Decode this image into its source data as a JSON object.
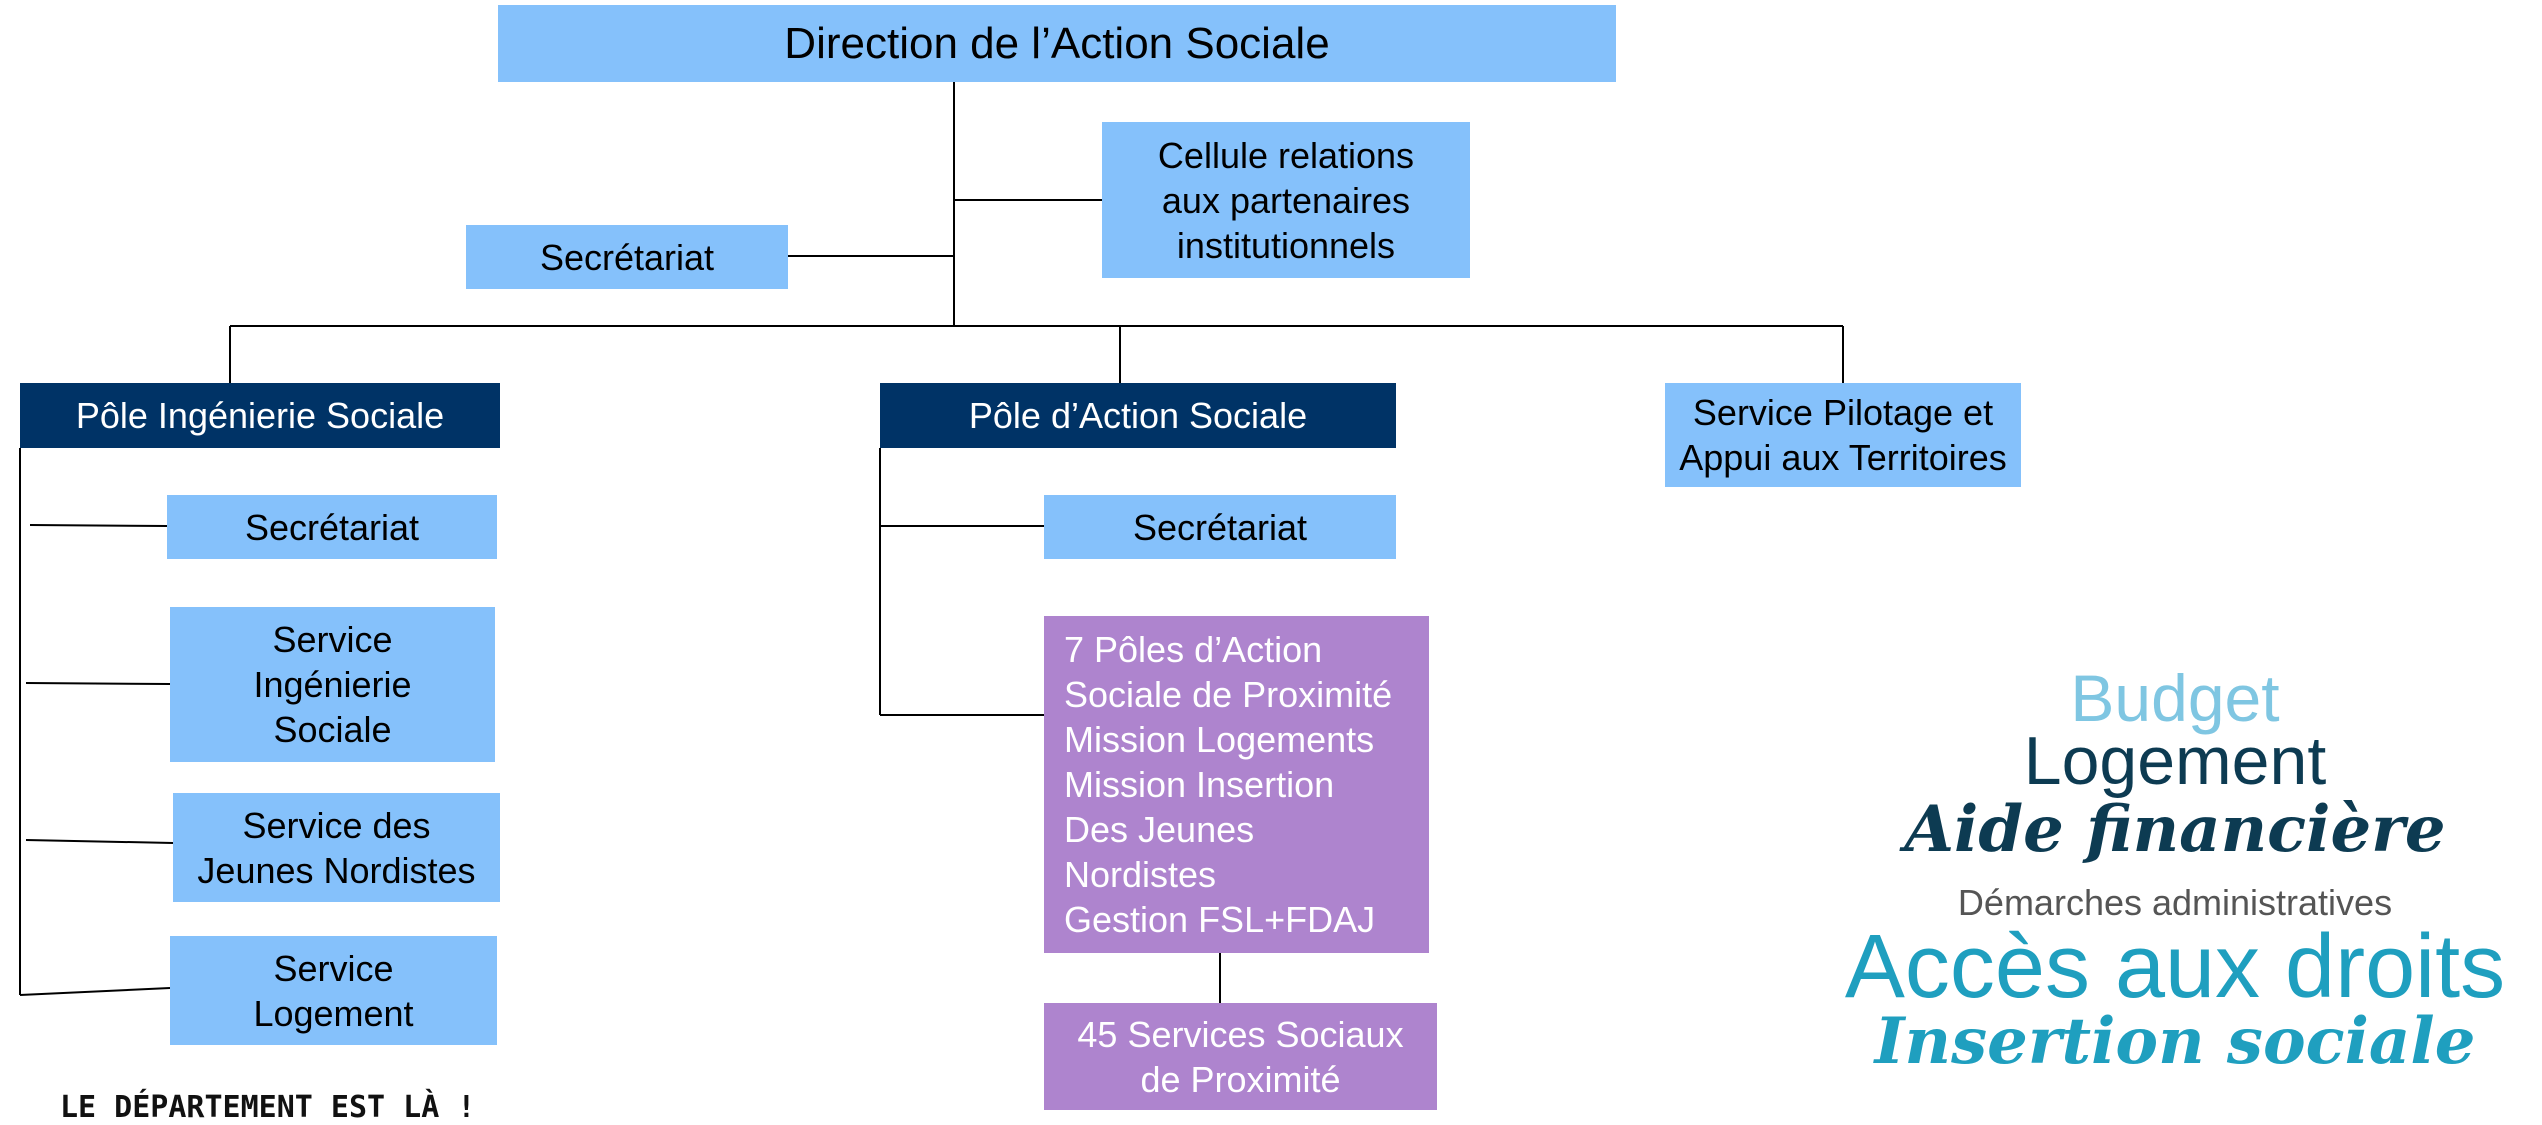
{
  "org_chart": {
    "root": "Direction de l’Action Sociale",
    "root_secretariat": "Secrétariat",
    "cellule": "Cellule relations\naux partenaires\ninstitutionnels",
    "pole_ingenierie": {
      "title": "Pôle Ingénierie Sociale",
      "children": [
        "Secrétariat",
        "Service\nIngénierie\nSociale",
        "Service des\nJeunes Nordistes",
        "Service\nLogement"
      ]
    },
    "pole_action": {
      "title": "Pôle d’Action Sociale",
      "secretariat": "Secrétariat",
      "poles_block": "7 Pôles d’Action\nSociale de Proximité\nMission Logements\nMission Insertion\nDes Jeunes\nNordistes\nGestion FSL+FDAJ",
      "services_block": "45 Services Sociaux\nde Proximité"
    },
    "service_pilotage": "Service  Pilotage et\nAppui aux Territoires"
  },
  "word_cloud": {
    "budget": "Budget",
    "logement": "Logement",
    "aide": "Aide financière",
    "demarches": "Démarches administratives",
    "acces": "Accès aux droits",
    "insertion": "Insertion sociale"
  },
  "footer_note": "LE DÉPARTEMENT EST LÀ !",
  "colors": {
    "light_box": "#85c1fb",
    "dark_box": "#003366",
    "purple_box": "#ae84ce",
    "cloud_light_blue": "#7fc6e2",
    "cloud_dark": "#0d3b52",
    "cloud_teal": "#1f9fbf",
    "cloud_gray": "#555555"
  }
}
